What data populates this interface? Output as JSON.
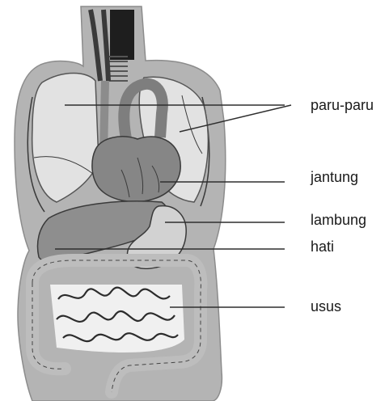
{
  "labels": {
    "lungs": "paru-paru",
    "heart": "jantung",
    "stomach": "lambung",
    "liver": "hati",
    "intestine": "usus"
  },
  "colors": {
    "body": "#b4b4b4",
    "organ": "#e0e0e0",
    "organ_dark": "#888888",
    "outline": "#3a3a3a",
    "pointer": "#2e2e2e"
  }
}
